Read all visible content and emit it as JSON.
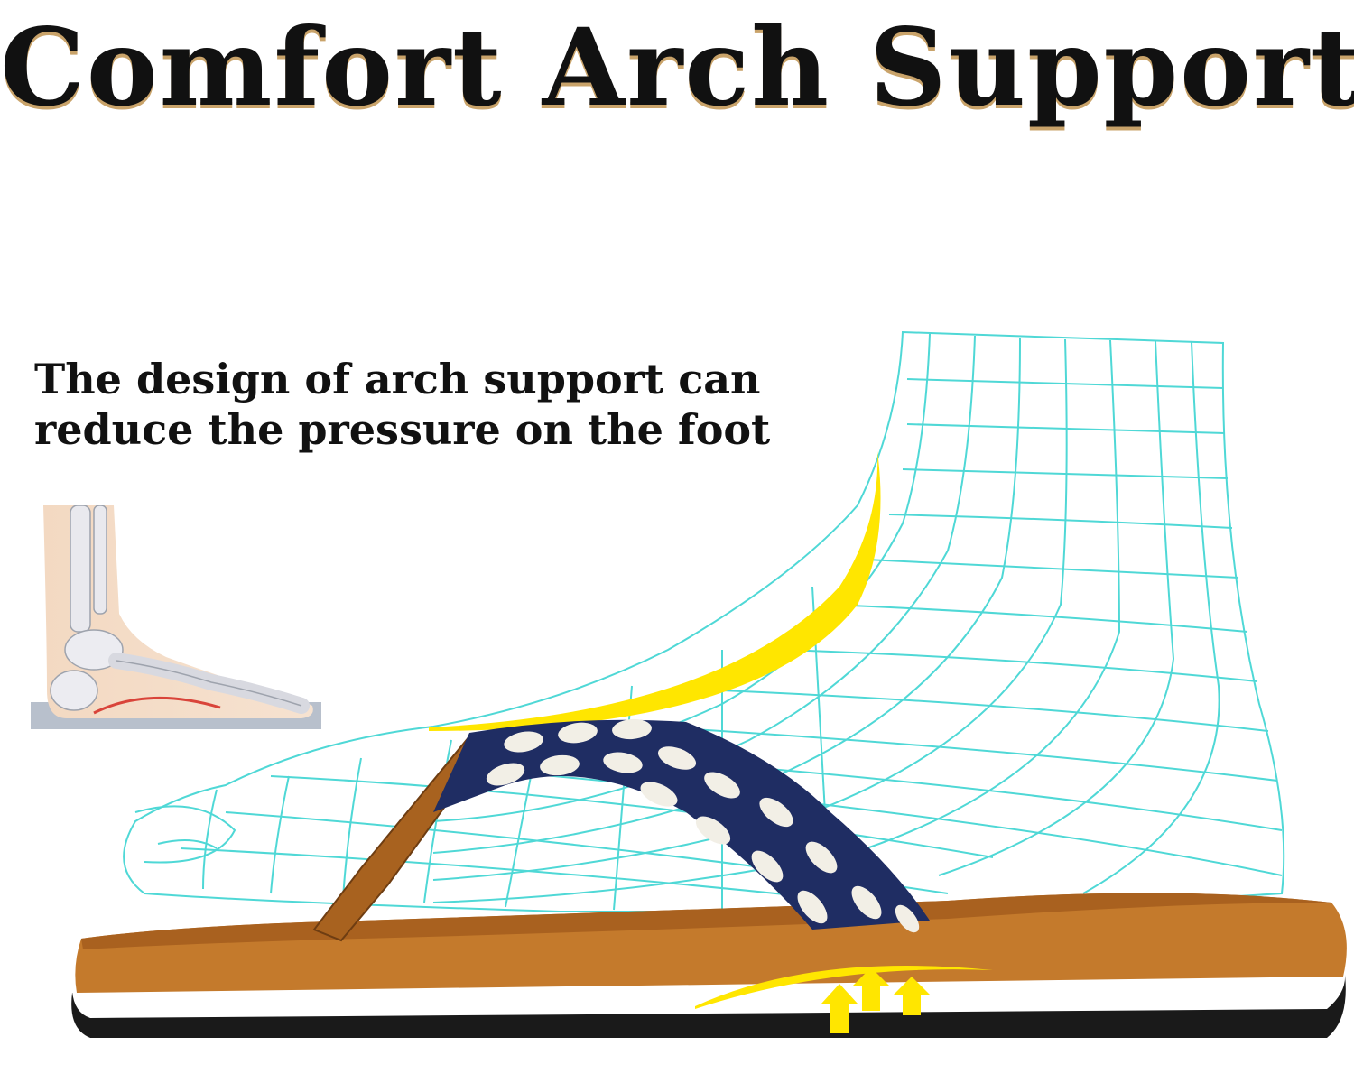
{
  "title": "Comfort Arch Support",
  "subtitle": {
    "line1": "The design of arch support can",
    "line2": "reduce the pressure on the foot"
  },
  "colors": {
    "mesh": "#4fd8d6",
    "highlight": "#ffe600",
    "sole": "#c47a2c",
    "strap_navy": "#1f2d63",
    "strap_white": "#f2efe6",
    "outsole": "#1a1a1a"
  },
  "icons": [
    "foot-skeleton-icon",
    "arch-arrows-icon"
  ]
}
